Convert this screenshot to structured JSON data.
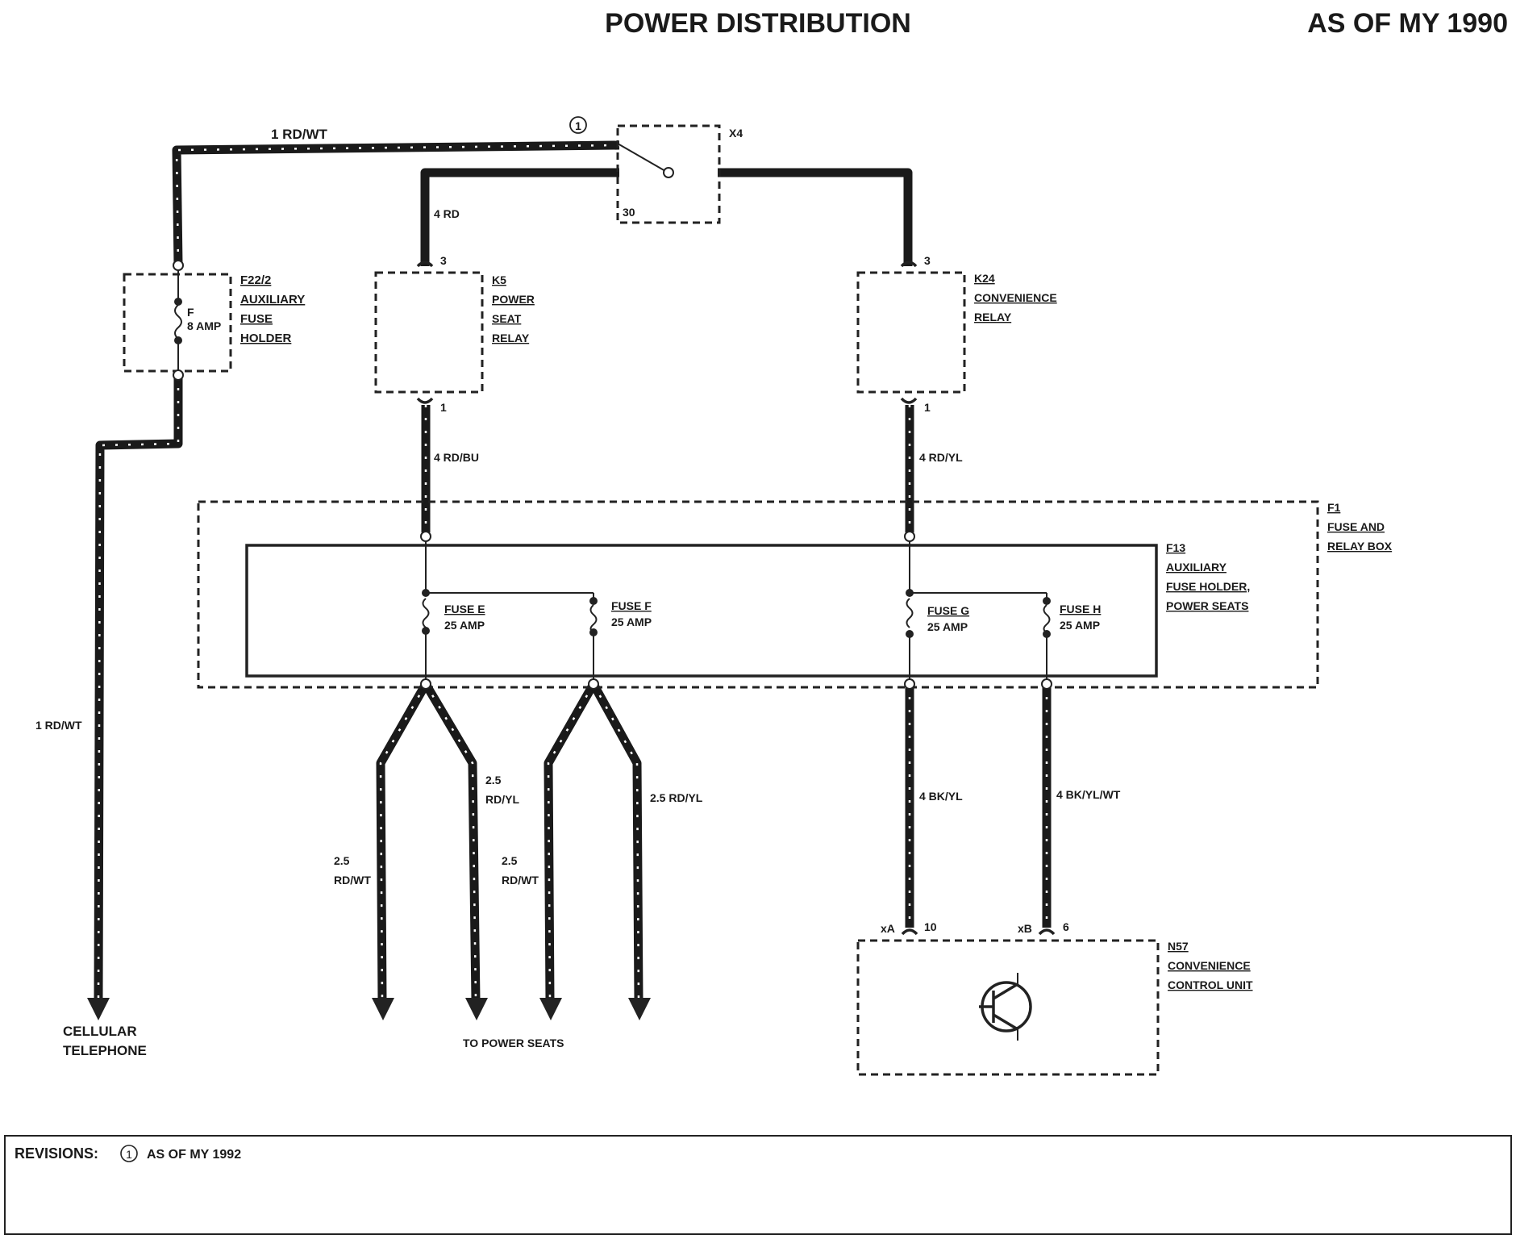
{
  "header": {
    "title": "POWER DISTRIBUTION",
    "model_year": "AS OF MY 1990"
  },
  "revision_marker": "1",
  "components": {
    "x4": {
      "id": "X4",
      "pin": "30"
    },
    "f22": {
      "id": "F22/2",
      "line1": "AUXILIARY",
      "line2": "FUSE",
      "line3": "HOLDER",
      "fuse_letter": "F",
      "fuse_rating": "8 AMP"
    },
    "k5": {
      "id": "K5",
      "line1": "POWER",
      "line2": "SEAT",
      "line3": "RELAY",
      "pin_top": "3",
      "pin_bottom": "1"
    },
    "k24": {
      "id": "K24",
      "line1": "CONVENIENCE",
      "line2": "RELAY",
      "pin_top": "3",
      "pin_bottom": "1"
    },
    "f1": {
      "id": "F1",
      "line1": "FUSE AND",
      "line2": "RELAY BOX"
    },
    "f13": {
      "id": "F13",
      "line1": "AUXILIARY",
      "line2": "FUSE HOLDER,",
      "line3": "POWER SEATS"
    },
    "fuse_e": {
      "name": "FUSE E",
      "rating": "25 AMP"
    },
    "fuse_f": {
      "name": "FUSE F",
      "rating": "25 AMP"
    },
    "fuse_g": {
      "name": "FUSE G",
      "rating": "25 AMP"
    },
    "fuse_h": {
      "name": "FUSE H",
      "rating": "25 AMP"
    },
    "n57": {
      "id": "N57",
      "line1": "CONVENIENCE",
      "line2": "CONTROL UNIT",
      "conn_a": "xA",
      "pin_a": "10",
      "conn_b": "xB",
      "pin_b": "6"
    }
  },
  "wires": {
    "top_left": "1 RD/WT",
    "left_vertical": "1 RD/WT",
    "x4_to_k5": "4 RD",
    "k5_out": "4 RD/BU",
    "k24_out": "4 RD/YL",
    "fuse_e_left_size": "2.5",
    "fuse_e_left_color": "RD/WT",
    "fuse_e_right_size": "2.5",
    "fuse_e_right_color": "RD/YL",
    "fuse_f_left_size": "2.5",
    "fuse_f_left_color": "RD/WT",
    "fuse_f_right": "2.5 RD/YL",
    "fuse_g_out": "4 BK/YL",
    "fuse_h_out": "4 BK/YL/WT"
  },
  "destinations": {
    "cellular_line1": "CELLULAR",
    "cellular_line2": "TELEPHONE",
    "power_seats": "TO POWER SEATS"
  },
  "revisions": {
    "label": "REVISIONS:",
    "marker": "1",
    "text": "AS OF MY 1992"
  }
}
